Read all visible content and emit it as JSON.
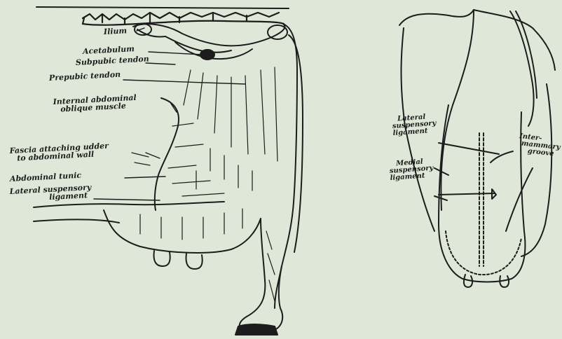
{
  "left_diagram": {
    "labels": {
      "ilium": "Ilium",
      "acetabulum": "Acetabulum",
      "subpubic_tendon": "Subpubic tendon",
      "prepubic_tendon": "Prepubic tendon",
      "internal_oblique_1": "Internal abdominal",
      "internal_oblique_2": "oblique muscle",
      "fascia_1": "Fascia attaching udder",
      "fascia_2": "to abdominal wall",
      "abdominal_tunic": "Abdominal tunic",
      "lateral_lig_1": "Lateral suspensory",
      "lateral_lig_2": "ligament"
    }
  },
  "right_diagram": {
    "labels": {
      "lateral_1": "Lateral",
      "lateral_2": "suspensory",
      "lateral_3": "ligament",
      "medial_1": "Medial",
      "medial_2": "suspensory",
      "medial_3": "ligament",
      "inter_1": "Inter-",
      "inter_2": "mammary",
      "inter_3": "groove"
    }
  },
  "colors": {
    "background": "#dfe8d8",
    "ink": "#1c1c1c"
  }
}
